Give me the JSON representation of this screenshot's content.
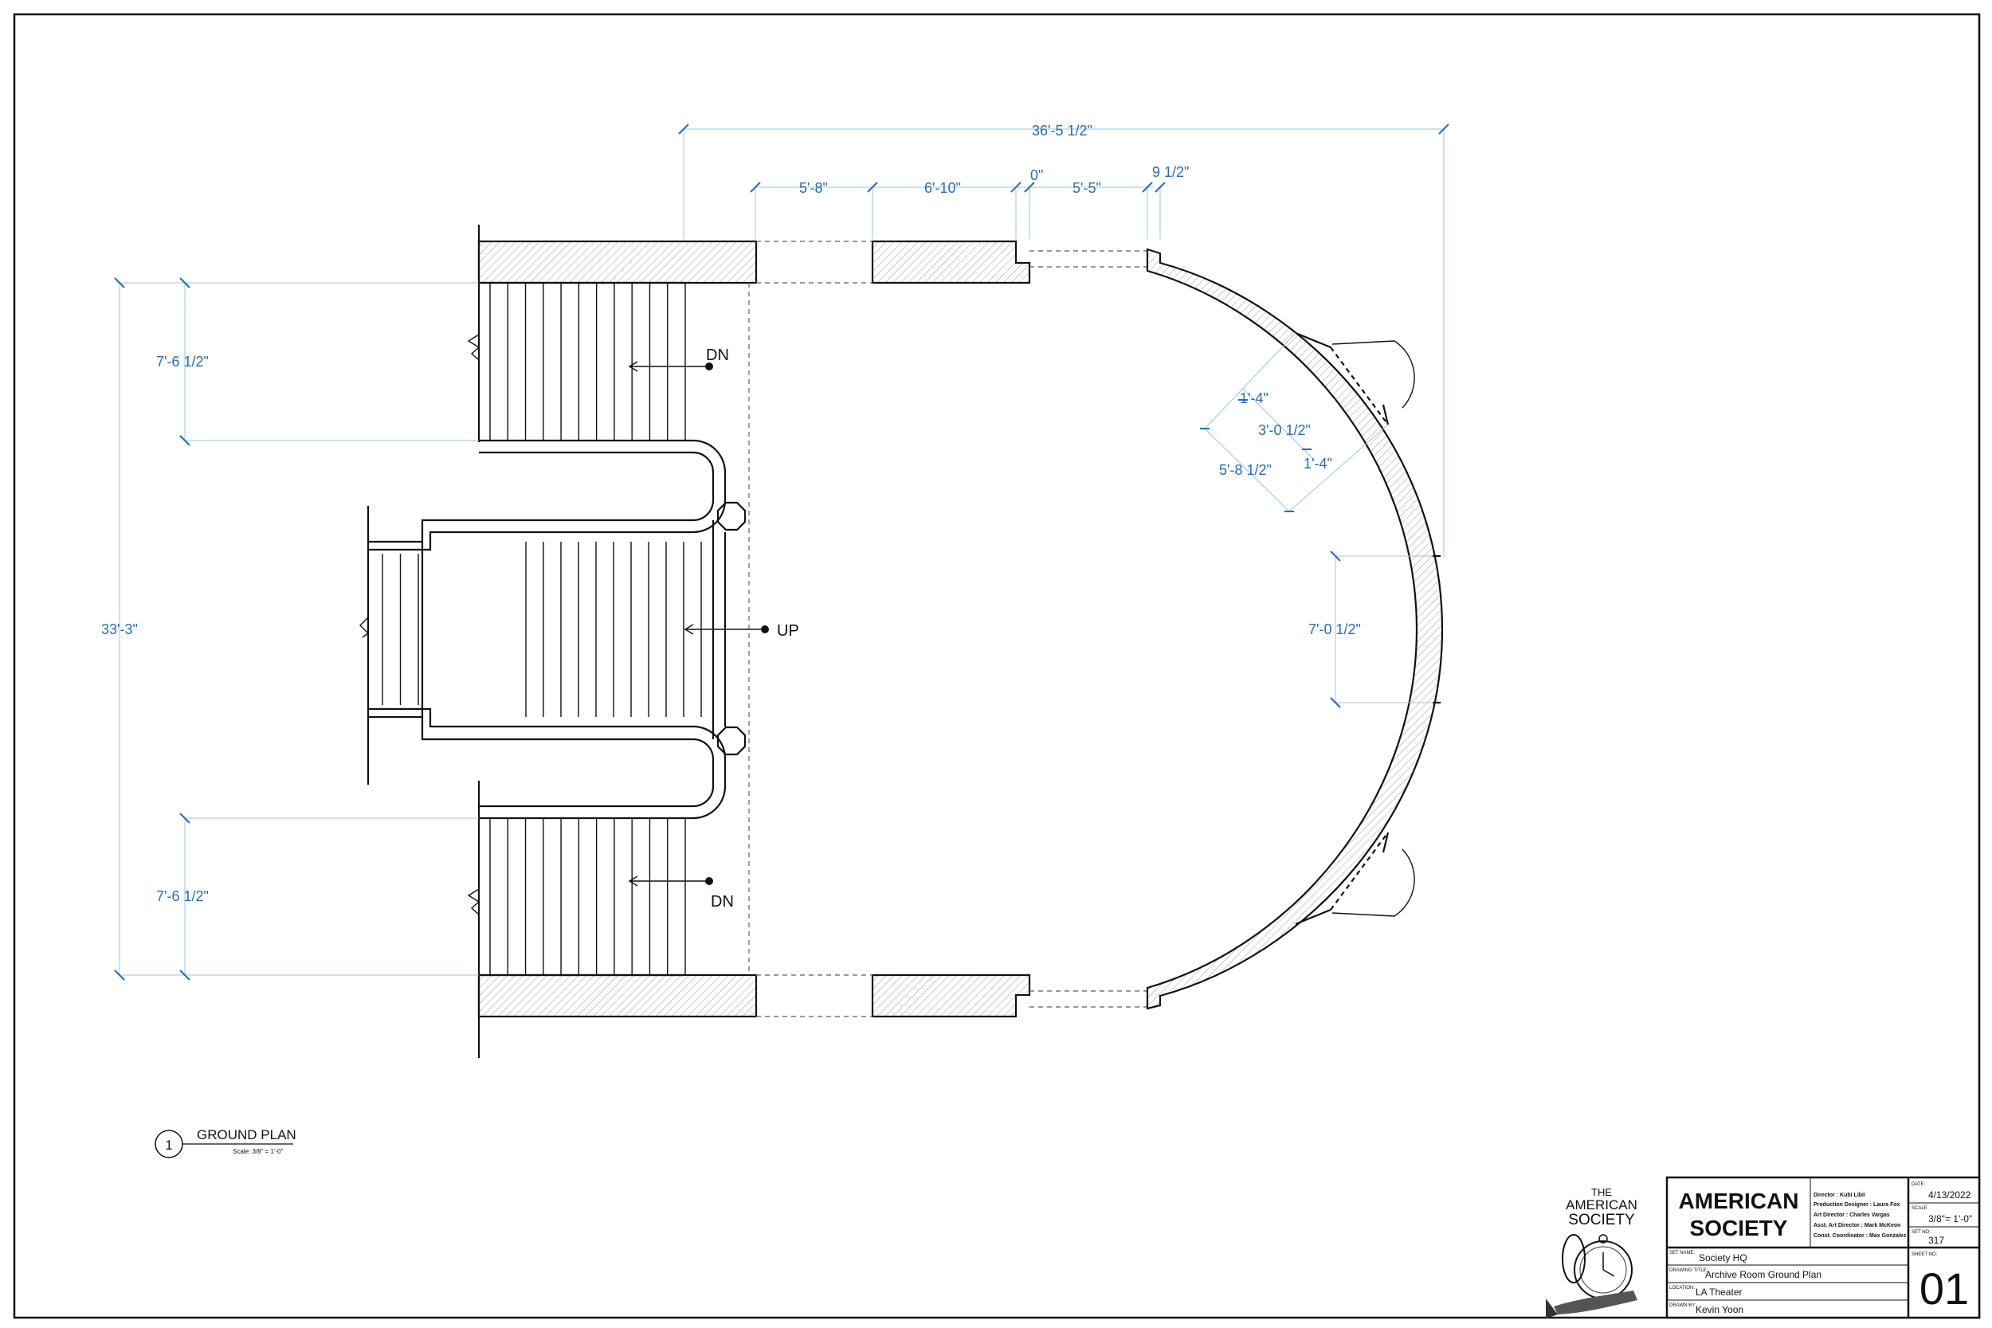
{
  "dimensions": {
    "overall_width": "36'-5 1/2\"",
    "seg_1": "5'-8\"",
    "seg_2": "6'-10\"",
    "seg_3": "0\"",
    "seg_4": "5'-5\"",
    "seg_5": "9 1/2\"",
    "overall_height": "33'-3\"",
    "upper_stair": "7'-6 1/2\"",
    "lower_stair": "7'-6 1/2\"",
    "door_side_1": "1'-4\"",
    "door_width": "3'-0 1/2\"",
    "door_side_2": "1'-4\"",
    "door_offset": "5'-8 1/2\"",
    "window_width": "7'-0 1/2\""
  },
  "stair_labels": {
    "upper": "DN",
    "center": "UP",
    "lower": "DN"
  },
  "view_label": {
    "number": "1",
    "title": "GROUND PLAN",
    "scale": "Scale: 3/8\" = 1'-0\""
  },
  "logo": {
    "line1": "THE",
    "line2": "AMERICAN",
    "line3": "SOCIETY"
  },
  "title_block": {
    "show_title_line1": "AMERICAN",
    "show_title_line2": "SOCIETY",
    "credits": [
      "Director : Kubi Libii",
      "Production Designer : Laura Fox",
      "Art Director : Charles Vargas",
      "Asst. Art Director : Mark McKeon",
      "Const. Coordinator : Max Gonzalez"
    ],
    "date_label": "DATE:",
    "date": "4/13/2022",
    "scale_label": "SCALE:",
    "scale": "3/8\"= 1'-0\"",
    "set_no_label": "SET NO:",
    "set_no": "317",
    "sheet_no_label": "SHEET NO:",
    "sheet_no": "01",
    "set_name_label": "SET NAME:",
    "set_name": "Society HQ",
    "drawing_title_label": "DRAWING TITLE:",
    "drawing_title": "Archive Room Ground Plan",
    "location_label": "LOCATION:",
    "location": "LA Theater",
    "drawn_by_label": "DRAWN BY:",
    "drawn_by": "Kevin Yoon"
  }
}
